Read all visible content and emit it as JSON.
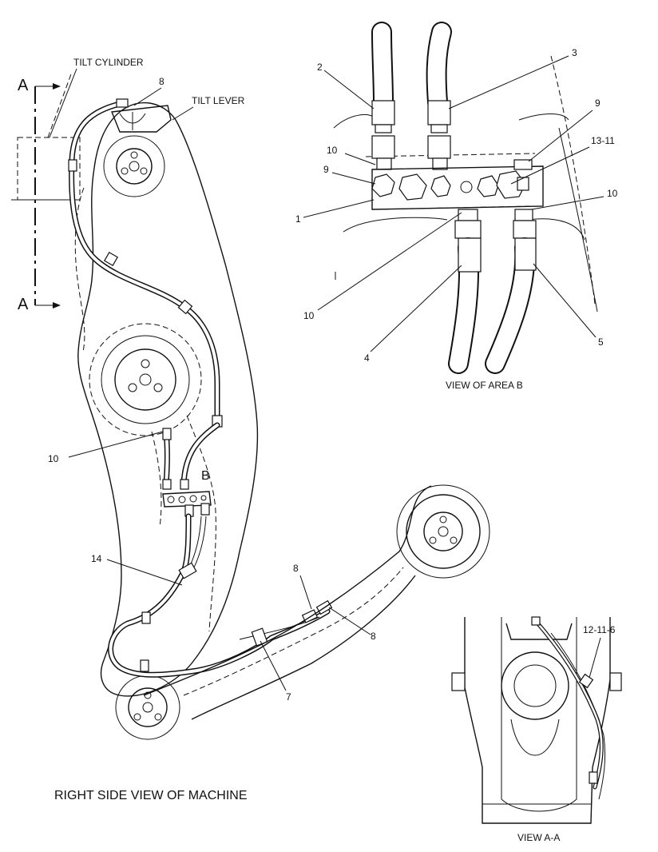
{
  "labels": {
    "tilt_cylinder": "TILT CYLINDER",
    "tilt_lever": "TILT LEVER",
    "section_a_top": "A",
    "section_a_bottom": "A",
    "area_b": "B",
    "view_area_b": "VIEW OF AREA B",
    "view_a_a": "VIEW A-A",
    "right_side_view": "RIGHT SIDE VIEW OF MACHINE"
  },
  "callouts": {
    "c8_top": "8",
    "c10_main": "10",
    "c14": "14",
    "c8_mid": "8",
    "c8_right": "8",
    "c7": "7",
    "b_c2": "2",
    "b_c3": "3",
    "b_c9_right": "9",
    "b_c10_left": "10",
    "b_c13_11": "13-11",
    "b_c9_left": "9",
    "b_c10_right": "10",
    "b_c1": "1",
    "b_c10_bottom": "10",
    "b_c4": "4",
    "b_c5": "5",
    "aa_c12_11_6": "12-11-6"
  }
}
